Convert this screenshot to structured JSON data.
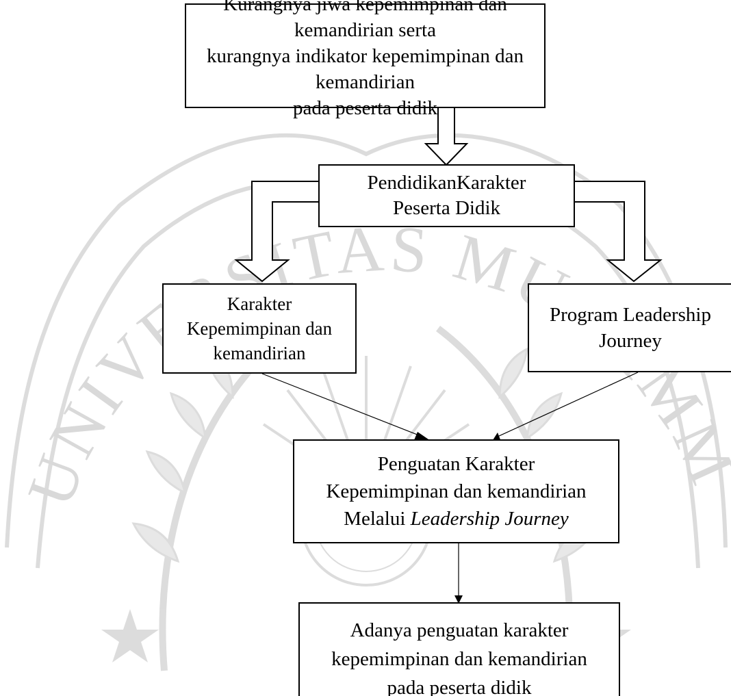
{
  "watermark": {
    "arc_text": "UNIVERSITAS MUHAMMADIYAH",
    "color": "#d9d9d9"
  },
  "boxes": {
    "problem": {
      "line1": "Kurangnya jiwa kepemimpinan dan kemandirian serta",
      "line2": "kurangnya indikator kepemimpinan dan kemandirian",
      "line3": "pada peserta didik"
    },
    "education": {
      "line1": "PendidikanKarakter",
      "line2": "Peserta Didik"
    },
    "character": {
      "line1": "Karakter",
      "line2": "Kepemimpinan dan",
      "line3": "kemandirian"
    },
    "program": {
      "line1": "Program Leadership",
      "line2": "Journey"
    },
    "strengthening": {
      "line1": "Penguatan Karakter",
      "line2": "Kepemimpinan dan kemandirian",
      "line3_prefix": "Melalui ",
      "line3_italic": "Leadership Journey"
    },
    "result": {
      "line1": "Adanya penguatan karakter",
      "line2": "kepemimpinan dan kemandirian",
      "line3": "pada peserta didik"
    }
  },
  "colors": {
    "ink": "#000000",
    "background": "#ffffff",
    "watermark": "#d9d9d9"
  }
}
